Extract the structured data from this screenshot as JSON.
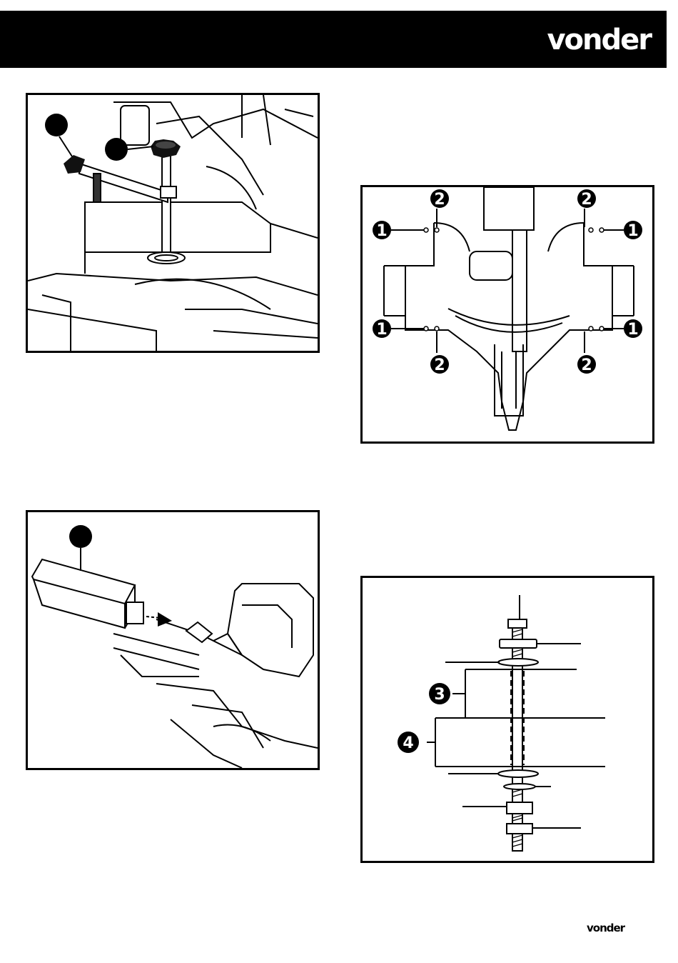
{
  "header": {
    "brand": "vonder"
  },
  "figures": {
    "base_mounting": {
      "labels": {
        "hole_a": "1",
        "hole_b": "2"
      }
    },
    "bolt_assembly": {
      "labels": {
        "upper_part": "3",
        "lower_part": "4"
      }
    }
  },
  "footer": {
    "brand": "vonder"
  }
}
